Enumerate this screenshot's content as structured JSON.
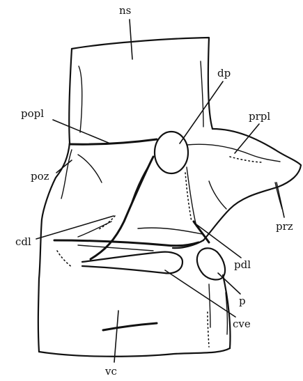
{
  "labels": {
    "ns": "ns",
    "dp": "dp",
    "popl": "popl",
    "prpl": "prpl",
    "poz": "poz",
    "cdl": "cdl",
    "prz": "prz",
    "pdl": "pdl",
    "p": "p",
    "cve": "cve",
    "vc": "vc"
  }
}
